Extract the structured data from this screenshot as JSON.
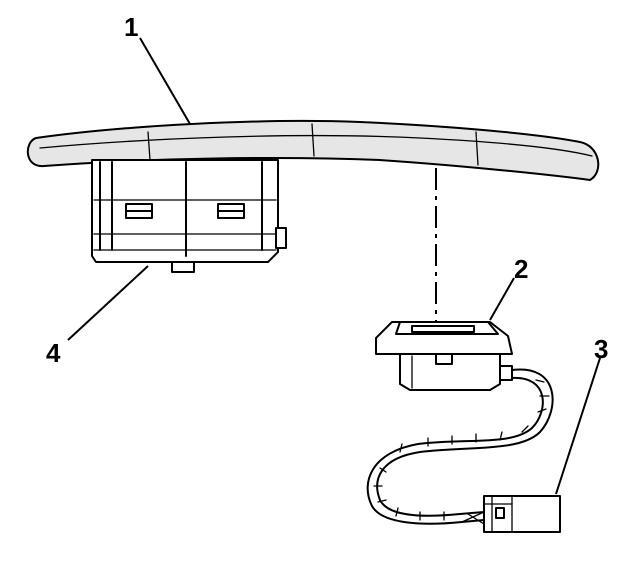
{
  "callouts": {
    "c1": "1",
    "c2": "2",
    "c3": "3",
    "c4": "4"
  },
  "colors": {
    "line": "#000000",
    "background": "#ffffff",
    "shade": "#e6e6e6"
  }
}
